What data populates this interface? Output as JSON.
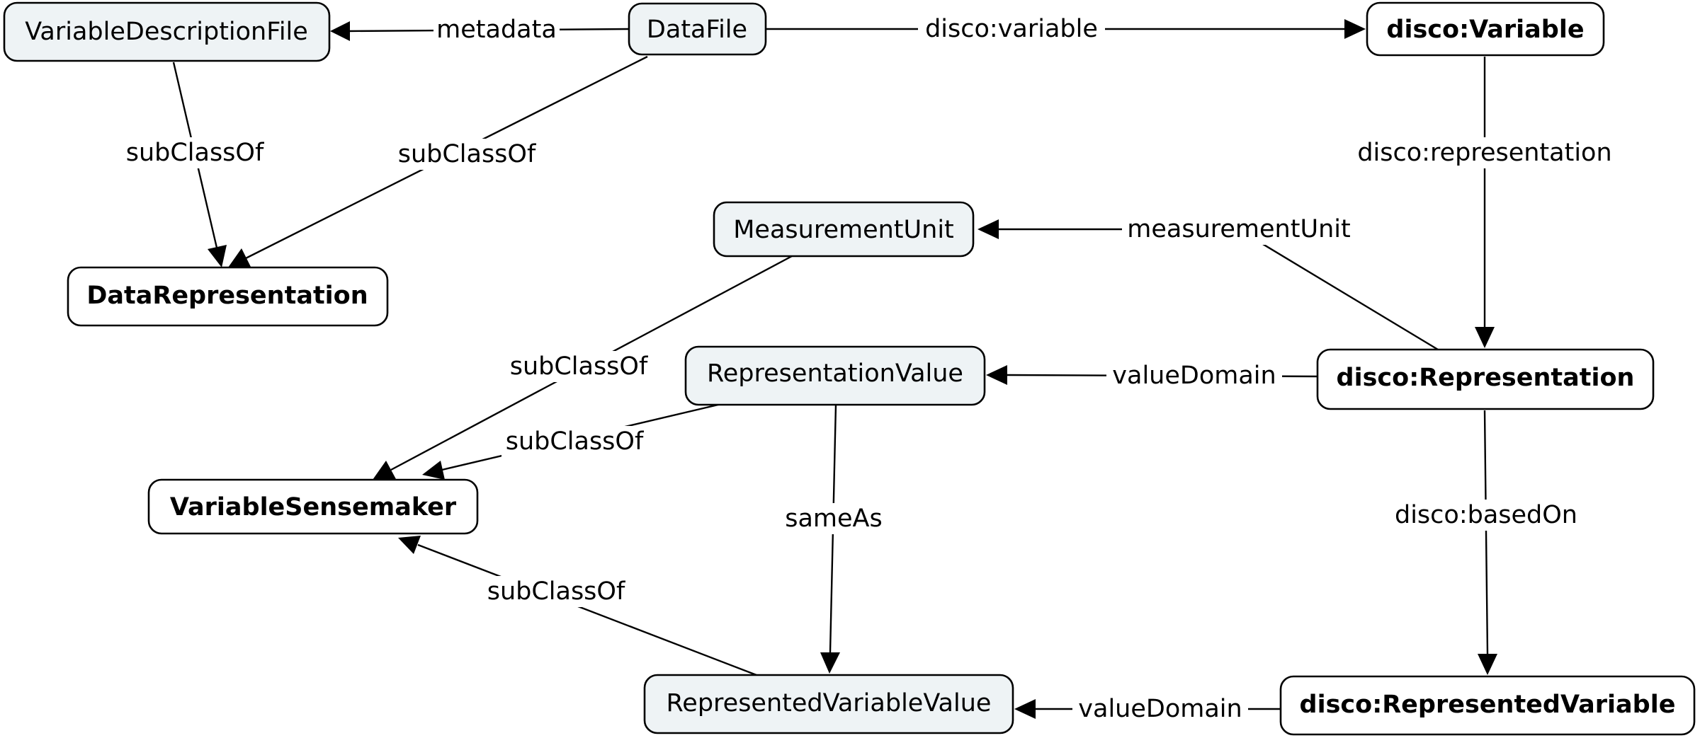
{
  "nodes": {
    "variable_description_file": {
      "label": "VariableDescriptionFile"
    },
    "data_file": {
      "label": "DataFile"
    },
    "disco_variable": {
      "label": "disco:Variable"
    },
    "data_representation": {
      "label": "DataRepresentation"
    },
    "measurement_unit": {
      "label": "MeasurementUnit"
    },
    "representation_value": {
      "label": "RepresentationValue"
    },
    "disco_representation": {
      "label": "disco:Representation"
    },
    "variable_sensemaker": {
      "label": "VariableSensemaker"
    },
    "represented_variable_value": {
      "label": "RepresentedVariableValue"
    },
    "disco_represented_variable": {
      "label": "disco:RepresentedVariable"
    }
  },
  "edges": {
    "metadata": {
      "label": "metadata"
    },
    "disco_variable": {
      "label": "disco:variable"
    },
    "subclassof_vdf": {
      "label": "subClassOf"
    },
    "subclassof_datafile": {
      "label": "subClassOf"
    },
    "disco_representation": {
      "label": "disco:representation"
    },
    "measurement_unit": {
      "label": "measurementUnit"
    },
    "subclassof_mu": {
      "label": "subClassOf"
    },
    "value_domain_rep": {
      "label": "valueDomain"
    },
    "subclassof_rv": {
      "label": "subClassOf"
    },
    "same_as": {
      "label": "sameAs"
    },
    "disco_based_on": {
      "label": "disco:basedOn"
    },
    "subclassof_rvv": {
      "label": "subClassOf"
    },
    "value_domain_repvar": {
      "label": "valueDomain"
    }
  }
}
